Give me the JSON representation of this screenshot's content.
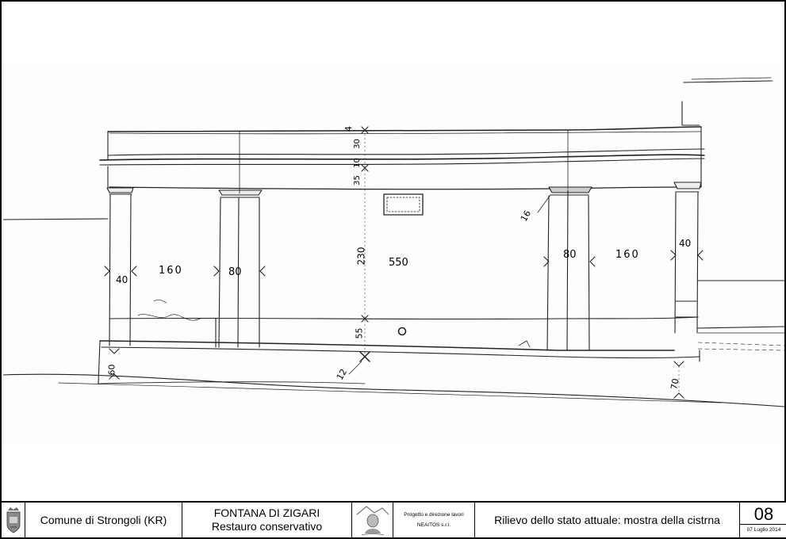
{
  "drawing": {
    "dimensions": {
      "d4": "4",
      "d30": "30",
      "d10": "10",
      "d35": "35",
      "d40_left": "40",
      "d160_left": "160",
      "d80_left": "80",
      "d230": "230",
      "d550": "550",
      "d55": "55",
      "d12": "12",
      "d16": "16",
      "d80_right": "80",
      "d160_right": "160",
      "d40_right": "40",
      "d60": "60",
      "d70": "70"
    }
  },
  "title_block": {
    "comune": "Comune di Strongoli (KR)",
    "project_title": "FONTANA DI ZIGARI",
    "project_subtitle": "Restauro conservativo",
    "company_line1": "Progetto e direzione lavori",
    "company_line2": "NEAITOS s.r.l.",
    "description": "Rilievo dello stato attuale: mostra della cistrna",
    "sheet_number": "08",
    "date": "07 Luglio 2014"
  },
  "icons": {
    "crest": "comune-crest-icon",
    "logo": "neaitos-logo-icon"
  }
}
